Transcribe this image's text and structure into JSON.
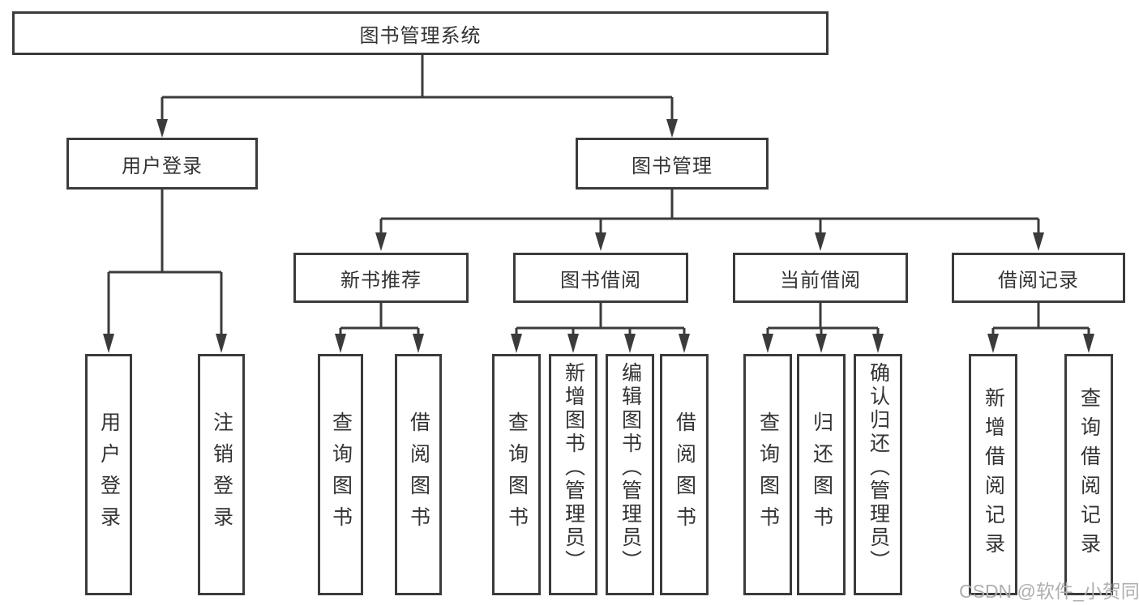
{
  "nodes": {
    "root": "图书管理系统",
    "user_login": "用户登录",
    "book_mgmt": "图书管理",
    "new_book_rec": "新书推荐",
    "book_borrow": "图书借阅",
    "current_borrow": "当前借阅",
    "borrow_record": "借阅记录",
    "leaf_user_login": "用户登录",
    "leaf_logout": "注销登录",
    "leaf_query_book_a": "查询图书",
    "leaf_borrow_book_a": "借阅图书",
    "leaf_query_book_b": "查询图书",
    "leaf_add_book_admin": "新增图书（管理员）",
    "leaf_edit_book_admin": "编辑图书（管理员）",
    "leaf_borrow_book_b": "借阅图书",
    "leaf_query_book_c": "查询图书",
    "leaf_return_book": "归还图书",
    "leaf_confirm_return_admin": "确认归还（管理员）",
    "leaf_add_borrow_record": "新增借阅记录",
    "leaf_query_borrow_record": "查询借阅记录"
  },
  "watermark": {
    "text": "CSDN @软件_小贺同学"
  },
  "colors": {
    "line": "#3b3b3b",
    "text": "#333333",
    "box_fill": "#ffffff",
    "background": "#ffffff",
    "watermark": "#b0aeae"
  }
}
